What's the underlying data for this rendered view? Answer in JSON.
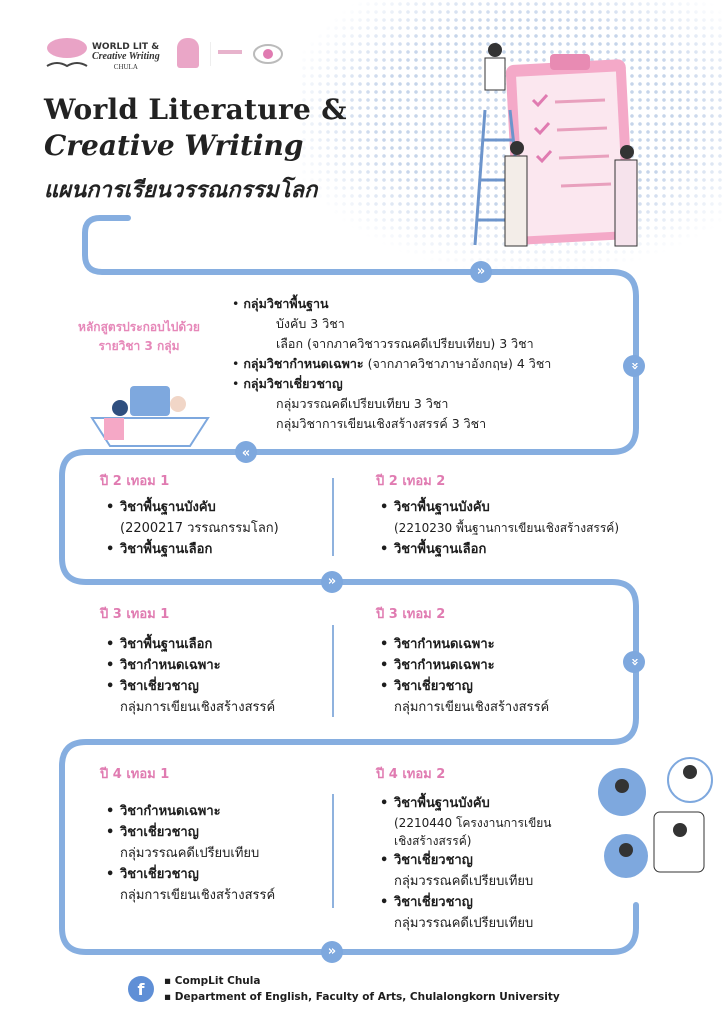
{
  "logos": {
    "worldlit_line1": "WORLD LIT &",
    "worldlit_line2": "Creative Writing",
    "worldlit_line3": "CHULA"
  },
  "header": {
    "title_line1": "World Literature &",
    "title_line2": "Creative Writing",
    "subtitle": "แผนการเรียนวรรณกรรมโลก"
  },
  "intro": {
    "label_line1": "หลักสูตรประกอบไปด้วย",
    "label_line2": "รายวิชา 3 กลุ่ม",
    "groups": [
      {
        "title": "กลุ่มวิชาพื้นฐาน",
        "suffix": "",
        "lines": [
          "บังคับ 3 วิชา",
          "เลือก (จากภาควิชาวรรณคดีเปรียบเทียบ) 3 วิชา"
        ]
      },
      {
        "title": "กลุ่มวิชากำหนดเฉพาะ",
        "suffix": " (จากภาควิชาภาษาอังกฤษ) 4 วิชา",
        "lines": []
      },
      {
        "title": "กลุ่มวิชาเชี่ยวชาญ",
        "suffix": "",
        "lines": [
          "กลุ่มวรรณคดีเปรียบเทียบ 3 วิชา",
          "กลุ่มวิชาการเขียนเชิงสร้างสรรค์ 3 วิชา"
        ]
      }
    ]
  },
  "semesters": {
    "y2s1": {
      "heading": "ปี 2 เทอม 1",
      "items": [
        {
          "title": "วิชาพื้นฐานบังคับ",
          "sub": "(2200217 วรรณกรรมโลก)"
        },
        {
          "title": "วิชาพื้นฐานเลือก",
          "sub": ""
        }
      ]
    },
    "y2s2": {
      "heading": "ปี 2 เทอม 2",
      "items": [
        {
          "title": "วิชาพื้นฐานบังคับ",
          "sub": "(2210230 พื้นฐานการเขียนเชิงสร้างสรรค์)"
        },
        {
          "title": "วิชาพื้นฐานเลือก",
          "sub": ""
        }
      ]
    },
    "y3s1": {
      "heading": "ปี 3 เทอม 1",
      "items": [
        {
          "title": "วิชาพื้นฐานเลือก",
          "sub": ""
        },
        {
          "title": "วิชากำหนดเฉพาะ",
          "sub": ""
        },
        {
          "title": "วิชาเชี่ยวชาญ",
          "sub": "กลุ่มการเขียนเชิงสร้างสรรค์"
        }
      ]
    },
    "y3s2": {
      "heading": "ปี 3 เทอม 2",
      "items": [
        {
          "title": "วิชากำหนดเฉพาะ",
          "sub": ""
        },
        {
          "title": "วิชากำหนดเฉพาะ",
          "sub": ""
        },
        {
          "title": "วิชาเชี่ยวชาญ",
          "sub": "กลุ่มการเขียนเชิงสร้างสรรค์"
        }
      ]
    },
    "y4s1": {
      "heading": "ปี 4 เทอม 1",
      "items": [
        {
          "title": "วิชากำหนดเฉพาะ",
          "sub": ""
        },
        {
          "title": "วิชาเชี่ยวชาญ",
          "sub": "กลุ่มวรรณคดีเปรียบเทียบ"
        },
        {
          "title": "วิชาเชี่ยวชาญ",
          "sub": "กลุ่มการเขียนเชิงสร้างสรรค์"
        }
      ]
    },
    "y4s2": {
      "heading": "ปี 4 เทอม 2",
      "items": [
        {
          "title": "วิชาพื้นฐานบังคับ",
          "sub": "(2210440 โครงงานการเขียน",
          "sub2": "เชิงสร้างสรรค์)"
        },
        {
          "title": "วิชาเชี่ยวชาญ",
          "sub": "กลุ่มวรรณคดีเปรียบเทียบ"
        },
        {
          "title": "วิชาเชี่ยวชาญ",
          "sub": "กลุ่มวรรณคดีเปรียบเทียบ"
        }
      ]
    }
  },
  "footer": {
    "facebook_icon": "f",
    "lines": [
      "CompLit Chula",
      "Department of English, Faculty of Arts, Chulalongkorn University"
    ]
  },
  "arrow_glyph": "»",
  "colors": {
    "path": "#86aee0",
    "pink": "#e07bb1",
    "clipboard": "#f4a9c8"
  }
}
